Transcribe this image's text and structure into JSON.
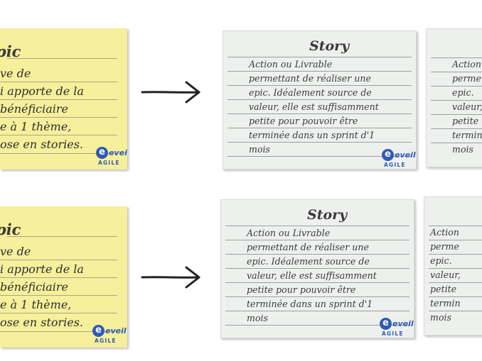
{
  "epic_card": {
    "title": "Epic",
    "lines": [
      "ve de",
      "i apporte de la",
      " bénéficiaire",
      "e à 1 thème,",
      "ose en stories."
    ]
  },
  "story_card": {
    "title": "Story",
    "lines": [
      "Action ou Livrable",
      "permettant de réaliser une",
      "epic. Idéalement source de",
      "valeur, elle est suffisamment",
      "petite pour pouvoir être",
      "terminée dans un sprint d'1",
      "mois"
    ]
  },
  "story_card_clipped": {
    "lines": [
      "Action",
      "perme",
      "epic.",
      "valeur,",
      "petite",
      "termin",
      "mois"
    ]
  },
  "logo": {
    "word": "eveil",
    "subword": "AGILE",
    "mark": "e"
  },
  "colors": {
    "epic_bg": "#f6ef9b",
    "story_bg": "#eef0ee",
    "logo_blue": "#2f5bb5"
  },
  "icons": [
    "right-arrow-icon",
    "eveil-agile-logo"
  ]
}
